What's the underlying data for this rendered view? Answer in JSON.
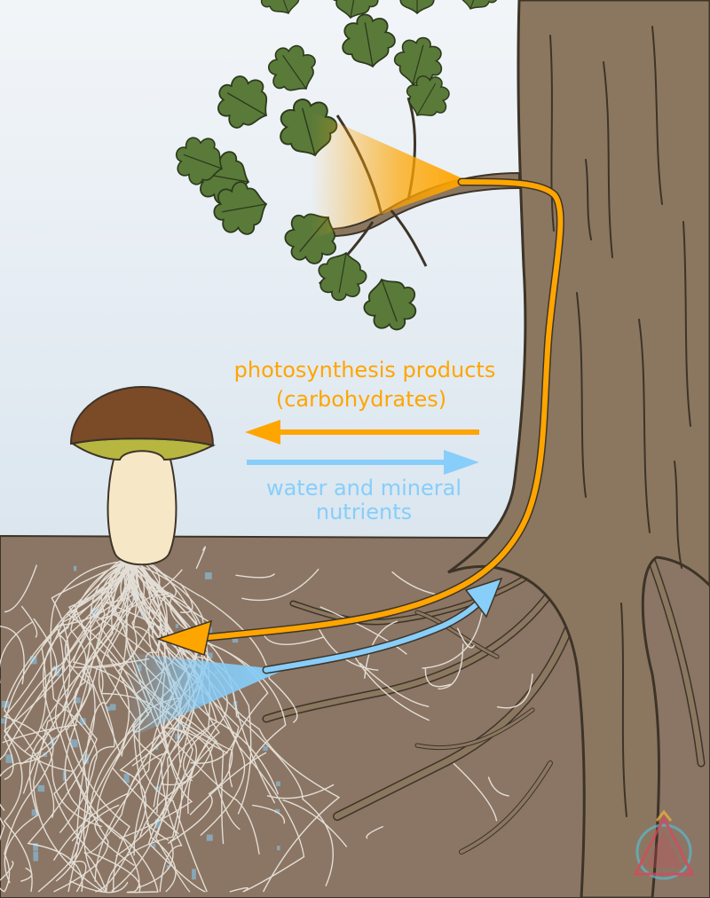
{
  "labels": {
    "carbs_line1": "photosynthesis products",
    "carbs_line2": "(carbohydrates)",
    "water_line1": "water and mineral",
    "water_line2": "nutrients"
  },
  "colors": {
    "sky_top": "#eef2f5",
    "sky_bottom": "#dbe6ef",
    "soil": "#8b7564",
    "trunk": "#8b7760",
    "trunk_outline": "#3d3428",
    "leaf": "#5a7a3a",
    "leaf_dark": "#3e5a24",
    "carbs": "#ffa500",
    "water": "#87cefa",
    "mushroom_cap": "#7b4a26",
    "mushroom_gills": "#b7b640",
    "mushroom_stem": "#f6e7c6",
    "hyphae": "#e8e4dc"
  },
  "icons": {
    "watermark": "triangle-logo-icon"
  }
}
